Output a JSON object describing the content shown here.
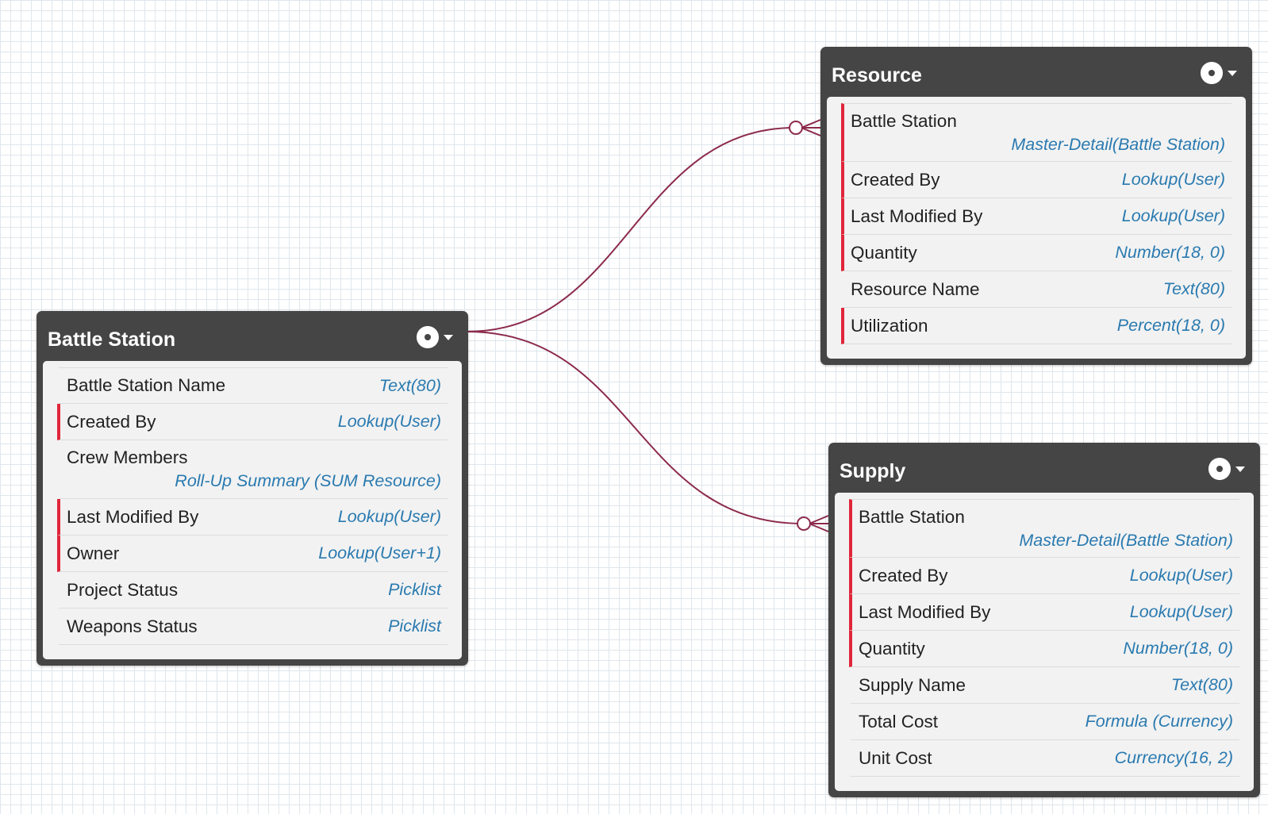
{
  "colors": {
    "connector": "#8c2a4b",
    "required_marker": "#e0263a",
    "type_text": "#2a7ab0",
    "header": "#454545"
  },
  "nodes": {
    "battle_station": {
      "title": "Battle Station",
      "menu_icon": "gear-icon",
      "fields": [
        {
          "name": "Battle Station Name",
          "type": "Text(80)",
          "required": false
        },
        {
          "name": "Created By",
          "type": "Lookup(User)",
          "required": true
        },
        {
          "name": "Crew Members",
          "type": "Roll-Up Summary (SUM Resource)",
          "required": false
        },
        {
          "name": "Last Modified By",
          "type": "Lookup(User)",
          "required": true
        },
        {
          "name": "Owner",
          "type": "Lookup(User+1)",
          "required": true
        },
        {
          "name": "Project Status",
          "type": "Picklist",
          "required": false
        },
        {
          "name": "Weapons Status",
          "type": "Picklist",
          "required": false
        }
      ]
    },
    "resource": {
      "title": "Resource",
      "menu_icon": "gear-icon",
      "fields": [
        {
          "name": "Battle Station",
          "type": "Master-Detail(Battle Station)",
          "required": true
        },
        {
          "name": "Created By",
          "type": "Lookup(User)",
          "required": true
        },
        {
          "name": "Last Modified By",
          "type": "Lookup(User)",
          "required": true
        },
        {
          "name": "Quantity",
          "type": "Number(18, 0)",
          "required": true
        },
        {
          "name": "Resource Name",
          "type": "Text(80)",
          "required": false
        },
        {
          "name": "Utilization",
          "type": "Percent(18, 0)",
          "required": true
        }
      ]
    },
    "supply": {
      "title": "Supply",
      "menu_icon": "gear-icon",
      "fields": [
        {
          "name": "Battle Station",
          "type": "Master-Detail(Battle Station)",
          "required": true
        },
        {
          "name": "Created By",
          "type": "Lookup(User)",
          "required": true
        },
        {
          "name": "Last Modified By",
          "type": "Lookup(User)",
          "required": true
        },
        {
          "name": "Quantity",
          "type": "Number(18, 0)",
          "required": true
        },
        {
          "name": "Supply Name",
          "type": "Text(80)",
          "required": false
        },
        {
          "name": "Total Cost",
          "type": "Formula (Currency)",
          "required": false
        },
        {
          "name": "Unit Cost",
          "type": "Currency(16, 2)",
          "required": false
        }
      ]
    }
  }
}
